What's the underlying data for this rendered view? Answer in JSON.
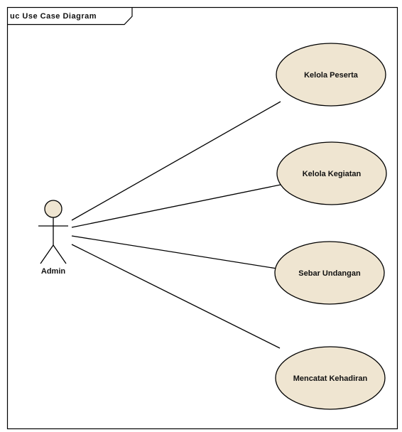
{
  "frame": {
    "title": "uc Use Case Diagram"
  },
  "actor": {
    "name": "Admin"
  },
  "use_cases": [
    {
      "label": "Kelola Peserta"
    },
    {
      "label": "Kelola Kegiatan"
    },
    {
      "label": "Sebar Undangan"
    },
    {
      "label": "Mencatat Kehadiran"
    }
  ],
  "colors": {
    "ellipse_fill": "#efe5d1",
    "stroke": "#000000"
  }
}
